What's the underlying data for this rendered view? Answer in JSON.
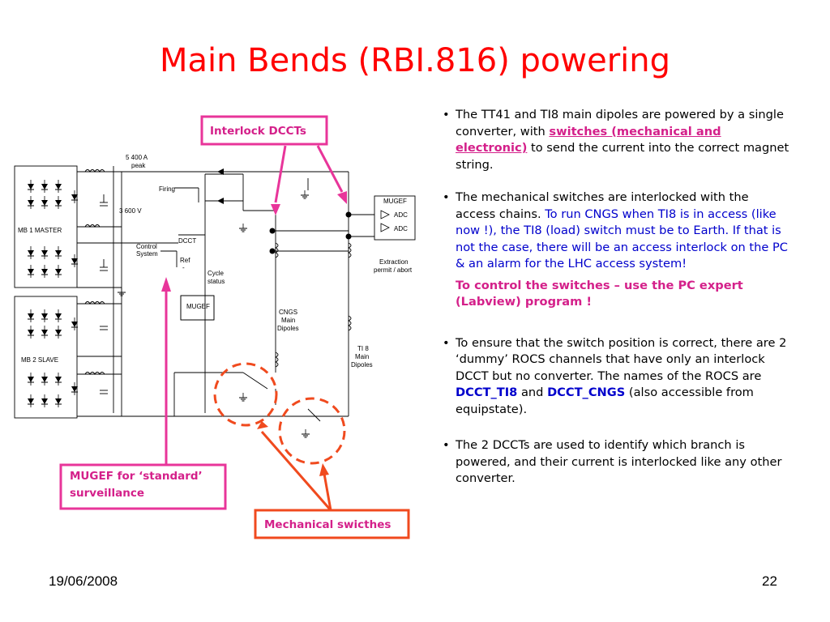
{
  "slide": {
    "title": "Main Bends (RBI.816) powering",
    "footer_date": "19/06/2008",
    "page_number": "22"
  },
  "diagram": {
    "callouts": {
      "interlock_dccts": "Interlock DCCTs",
      "mugef_line1": "MUGEF for ‘standard’",
      "mugef_line2": "surveillance",
      "mechanical_switches": "Mechanical swicthes"
    },
    "labels": {
      "peak_current_1": "5 400 A",
      "peak_current_2": "peak",
      "firing": "Firing",
      "voltage": "3 600 V",
      "mb1_master": "MB 1 MASTER",
      "mb2_slave": "MB 2 SLAVE",
      "dcct": "DCCT",
      "control_1": "Control",
      "control_2": "System",
      "ref_1": "Ref",
      "ref_2": "-",
      "cycle_1": "Cycle",
      "cycle_2": "status",
      "mugef_box": "MUGEF",
      "mugef_right": "MUGEF",
      "adc_1": "ADC",
      "adc_2": "ADC",
      "extraction_1": "Extraction",
      "extraction_2": "permit / abort",
      "cngs_1": "CNGS",
      "cngs_2": "Main",
      "cngs_3": "Dipoles",
      "ti8_1": "TI 8",
      "ti8_2": "Main",
      "ti8_3": "Dipoles"
    },
    "colors": {
      "magenta": "#e8359a",
      "orange_red": "#f04a1e"
    }
  },
  "bullets": {
    "b1": {
      "pre": "The TT41 and TI8 main dipoles are powered by a single converter, with ",
      "highlight": "switches (mechanical and electronic)",
      "post": " to send the current into the correct magnet string."
    },
    "b2": {
      "pre": "The mechanical switches are interlocked with the access chains.  ",
      "blue": "To run CNGS when TI8 is in access (like now !), the TI8 (load) switch must be to Earth. If that is not the case, there will be an access interlock on the PC & an alarm for the LHC access system!"
    },
    "b3": {
      "text": "To control the switches – use the PC expert (Labview) program !"
    },
    "b4": {
      "pre": "To ensure that the switch position is correct, there are 2 ‘dummy’ ROCS channels that have only an interlock DCCT but no converter. The names of the ROCS are ",
      "name1": "DCCT_TI8",
      "mid": " and ",
      "name2": "DCCT_CNGS",
      "post": " (also accessible from equipstate)."
    },
    "b5": {
      "text": "The 2 DCCTs are used to identify which branch is powered, and their current is interlocked like any other converter."
    }
  }
}
